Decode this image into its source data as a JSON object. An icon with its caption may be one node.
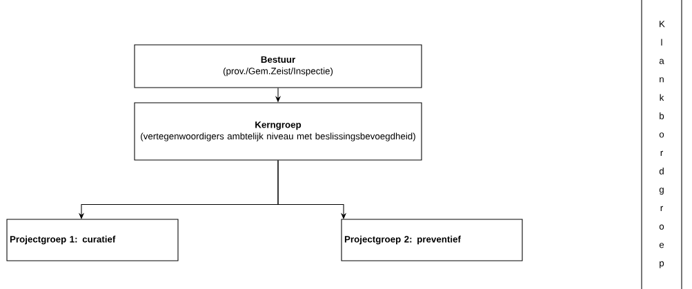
{
  "diagram": {
    "nodes": [
      {
        "text": [
          "Bestuur",
          "(prov./Gem.Zeist/Inspectie)"
        ]
      },
      {
        "text": [
          "Kerngroep",
          "(vertegenwoordigers ambtelijk niveau met beslissingsbevoegdheid)"
        ]
      },
      {
        "text": [
          "Projectgroep 1: curatief"
        ]
      },
      {
        "text": [
          "Projectgroep 2: preventief"
        ]
      },
      {
        "text": [
          "Klankbordgroep"
        ]
      }
    ],
    "edges": [
      {
        "from": 0,
        "to": 1,
        "arrow": "to"
      },
      {
        "from": 1,
        "to": 2,
        "arrow": "to"
      },
      {
        "from": 1,
        "to": 3,
        "arrow": "to"
      }
    ]
  }
}
